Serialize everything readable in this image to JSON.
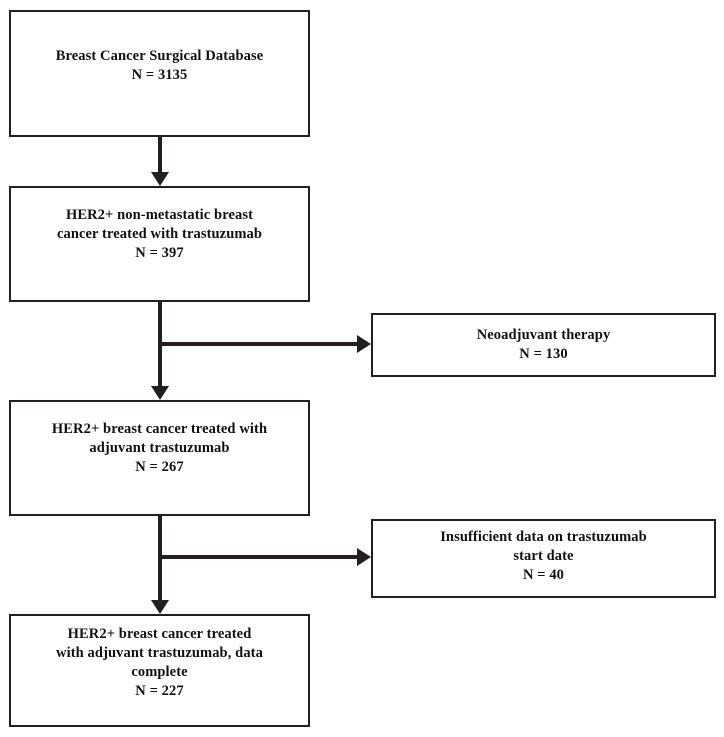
{
  "figure": {
    "type": "flowchart",
    "title": "Patient selection flow diagram",
    "background_color": "#ffffff",
    "line_color": "#231f20",
    "text_color": "#111111"
  },
  "nodes": {
    "database": {
      "label": "Breast Cancer Surgical Database",
      "count_label": "N = 3135",
      "count": 3135,
      "text": "Breast Cancer Surgical Database\nN = 3135"
    },
    "her2_nonmetastatic": {
      "label": "HER2+ non-metastatic breast cancer treated with trastuzumab",
      "count_label": "N = 397",
      "count": 397,
      "text": "HER2+ non-metastatic breast\ncancer treated with trastuzumab\nN = 397"
    },
    "her2_adjuvant": {
      "label": "HER2+ breast cancer treated with adjuvant trastuzumab",
      "count_label": "N = 267",
      "count": 267,
      "text": "HER2+ breast cancer treated with\nadjuvant trastuzumab\nN = 267"
    },
    "her2_complete": {
      "label": "HER2+ breast cancer treated with adjuvant trastuzumab, data complete",
      "count_label": "N = 227",
      "count": 227,
      "text": "HER2+ breast cancer treated\nwith adjuvant trastuzumab, data\ncomplete\nN = 227"
    },
    "neoadjuvant": {
      "label": "Neoadjuvant therapy",
      "count_label": "N = 130",
      "count": 130,
      "text": "Neoadjuvant therapy\nN = 130"
    },
    "insufficient_data": {
      "label": "Insufficient data on trastuzumab start date",
      "count_label": "N = 40",
      "count": 40,
      "text": "Insufficient data on trastuzumab\nstart date\nN = 40"
    }
  },
  "edges": [
    {
      "from": "database",
      "to": "her2_nonmetastatic",
      "direction": "down"
    },
    {
      "from": "her2_nonmetastatic",
      "to": "neoadjuvant",
      "direction": "right"
    },
    {
      "from": "her2_nonmetastatic",
      "to": "her2_adjuvant",
      "direction": "down"
    },
    {
      "from": "her2_adjuvant",
      "to": "insufficient_data",
      "direction": "right"
    },
    {
      "from": "her2_adjuvant",
      "to": "her2_complete",
      "direction": "down"
    }
  ]
}
